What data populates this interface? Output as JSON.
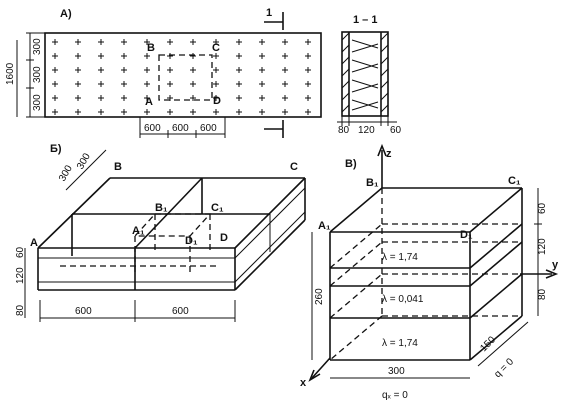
{
  "panel_a": {
    "label": "А)",
    "section_mark": "1",
    "points": {
      "a": "A",
      "b": "B",
      "c": "C",
      "d": "D"
    },
    "dims": {
      "total_height": "1600",
      "row_1": "300",
      "row_2": "300",
      "row_3": "300",
      "col_1": "600",
      "col_2": "600",
      "col_3": "600"
    }
  },
  "section": {
    "title": "1 – 1",
    "dims": {
      "left": "80",
      "core": "120",
      "right": "60"
    }
  },
  "panel_b": {
    "label": "Б)",
    "points": {
      "a": "A",
      "b": "B",
      "c": "C",
      "d": "D",
      "a1": "A₁",
      "b1": "B₁",
      "c1": "C₁",
      "d1": "D₁"
    },
    "dims": {
      "depth_1": "300",
      "depth_2": "300",
      "h_top": "60",
      "h_core": "120",
      "h_bottom": "80",
      "w_1": "600",
      "w_2": "600"
    }
  },
  "panel_v": {
    "label": "В)",
    "axes": {
      "x": "x",
      "y": "y",
      "z": "z"
    },
    "points": {
      "a1": "A₁",
      "b1": "B₁",
      "c1": "C₁",
      "d1": "D₁"
    },
    "layers": {
      "top": "λ = 1,74",
      "core": "λ = 0,041",
      "bottom": "λ = 1,74"
    },
    "dims": {
      "h_top": "60",
      "h_core": "120",
      "h_bottom": "80",
      "height": "260",
      "width": "300",
      "depth": "150"
    },
    "boundary": {
      "qx": "qₓ = 0",
      "qy": "q = 0"
    }
  }
}
